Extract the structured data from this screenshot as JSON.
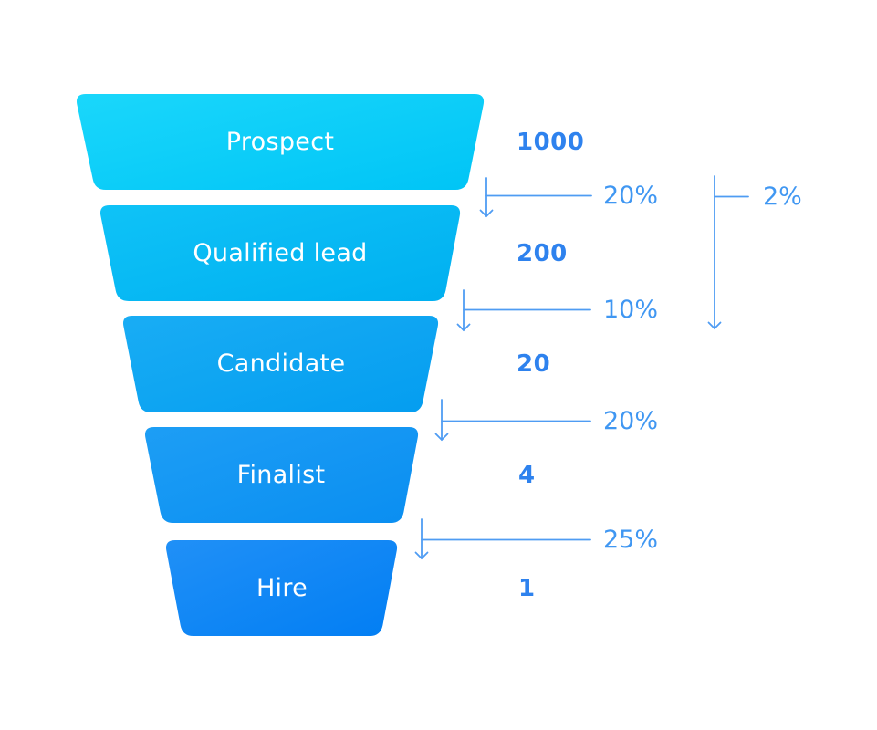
{
  "chart_data": {
    "type": "funnel",
    "title": "",
    "categories": [
      "Prospect",
      "Qualified lead",
      "Candidate",
      "Finalist",
      "Hire"
    ],
    "values": [
      1000,
      200,
      20,
      4,
      1
    ],
    "stage_conversions_pct": [
      20,
      10,
      20,
      25
    ],
    "overall_conversion_pct": 2,
    "legend": false,
    "orientation": "top-wide-to-bottom-narrow"
  },
  "funnel": {
    "stages": [
      {
        "label": "Prospect",
        "value": "1000",
        "color_top": "#1ad7fb",
        "color_bottom": "#00c4f6"
      },
      {
        "label": "Qualified lead",
        "value": "200",
        "color_top": "#0fc3f7",
        "color_bottom": "#00aff0"
      },
      {
        "label": "Candidate",
        "value": "20",
        "color_top": "#19adf4",
        "color_bottom": "#049df0"
      },
      {
        "label": "Finalist",
        "value": "4",
        "color_top": "#1d9ef5",
        "color_bottom": "#0a8ef1"
      },
      {
        "label": "Hire",
        "value": "1",
        "color_top": "#2090f7",
        "color_bottom": "#027ef3"
      }
    ],
    "conversions": [
      {
        "label": "20%"
      },
      {
        "label": "10%"
      },
      {
        "label": "20%"
      },
      {
        "label": "25%"
      }
    ],
    "overall": {
      "label": "2%"
    },
    "colors": {
      "line": "#4f9cf3",
      "value_text": "#2e82ee",
      "percent_text": "#4097f2",
      "stage_label_text": "#ffffff",
      "background": "#ffffff"
    }
  }
}
